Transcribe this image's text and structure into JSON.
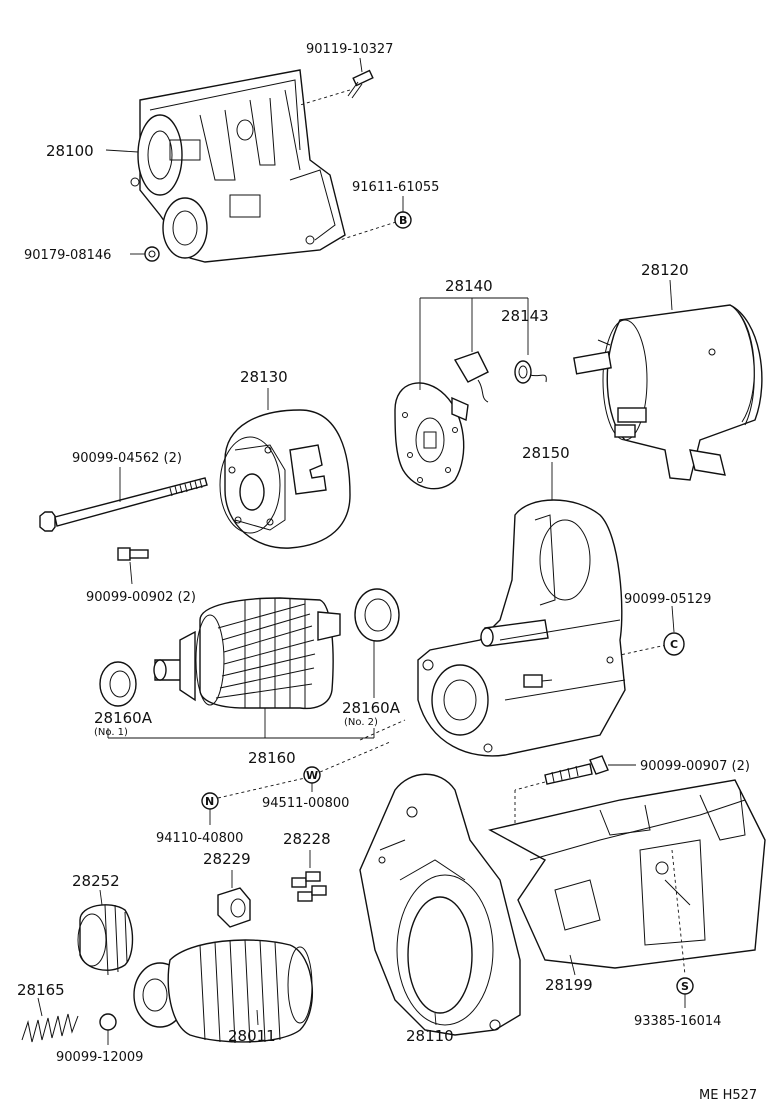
{
  "labels": {
    "p90119_10327": "90119-10327",
    "p28100": "28100",
    "p91611_61055": "91611-61055",
    "p90179_08146": "90179-08146",
    "p28140": "28140",
    "p28120": "28120",
    "p28143": "28143",
    "p28130": "28130",
    "p90099_04562": "90099-04562 (2)",
    "p28150": "28150",
    "p90099_00902": "90099-00902 (2)",
    "p90099_05129": "90099-05129",
    "p28160A_1": "28160A",
    "p28160A_1_note": "(No. 1)",
    "p28160A_2": "28160A",
    "p28160A_2_note": "(No. 2)",
    "p28160": "28160",
    "p90099_00907": "90099-00907 (2)",
    "p94511_00800": "94511-00800",
    "p94110_40800": "94110-40800",
    "p28228": "28228",
    "p28229": "28229",
    "p28252": "28252",
    "p28165": "28165",
    "p90099_12009": "90099-12009",
    "p28011": "28011",
    "p28110": "28110",
    "p28199": "28199",
    "p93385_16014": "93385-16014",
    "footer": "ME H527"
  },
  "markers": {
    "b": "B",
    "c": "C",
    "w": "W",
    "n": "N",
    "s": "S"
  }
}
